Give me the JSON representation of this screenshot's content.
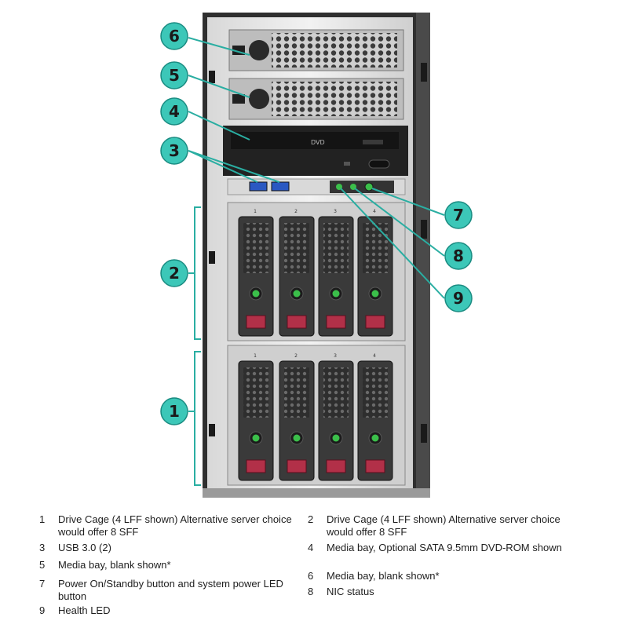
{
  "callouts": [
    {
      "id": 6,
      "label": "6"
    },
    {
      "id": 5,
      "label": "5"
    },
    {
      "id": 4,
      "label": "4"
    },
    {
      "id": 3,
      "label": "3"
    },
    {
      "id": 2,
      "label": "2"
    },
    {
      "id": 1,
      "label": "1"
    },
    {
      "id": 7,
      "label": "7"
    },
    {
      "id": 8,
      "label": "8"
    },
    {
      "id": 9,
      "label": "9"
    }
  ],
  "bay_labels": {
    "upper": [
      "1",
      "2",
      "3",
      "4"
    ],
    "lower": [
      "1",
      "2",
      "3",
      "4"
    ]
  },
  "dvd_logo": "DVD",
  "legend": [
    {
      "num": "1",
      "text": "Drive Cage (4 LFF shown) Alternative server choice would offer 8 SFF"
    },
    {
      "num": "2",
      "text": "Drive Cage (4 LFF shown) Alternative server choice would offer 8 SFF"
    },
    {
      "num": "3",
      "text": "USB 3.0 (2)"
    },
    {
      "num": "4",
      "text": "Media bay, Optional SATA 9.5mm DVD-ROM shown"
    },
    {
      "num": "5",
      "text": "Media bay, blank shown*"
    },
    {
      "num": "6",
      "text": "Media bay, blank shown*"
    },
    {
      "num": "7",
      "text": "Power On/Standby button and system power LED button"
    },
    {
      "num": "8",
      "text": "NIC status"
    },
    {
      "num": "9",
      "text": "Health LED"
    }
  ],
  "colors": {
    "callout_fill": "#3cc7b8",
    "callout_stroke": "#1b8c82",
    "leader": "#2aaea2",
    "chassis": "#3a3a3a",
    "drive_handle": "#b23048",
    "led": "#3bbf4a"
  }
}
